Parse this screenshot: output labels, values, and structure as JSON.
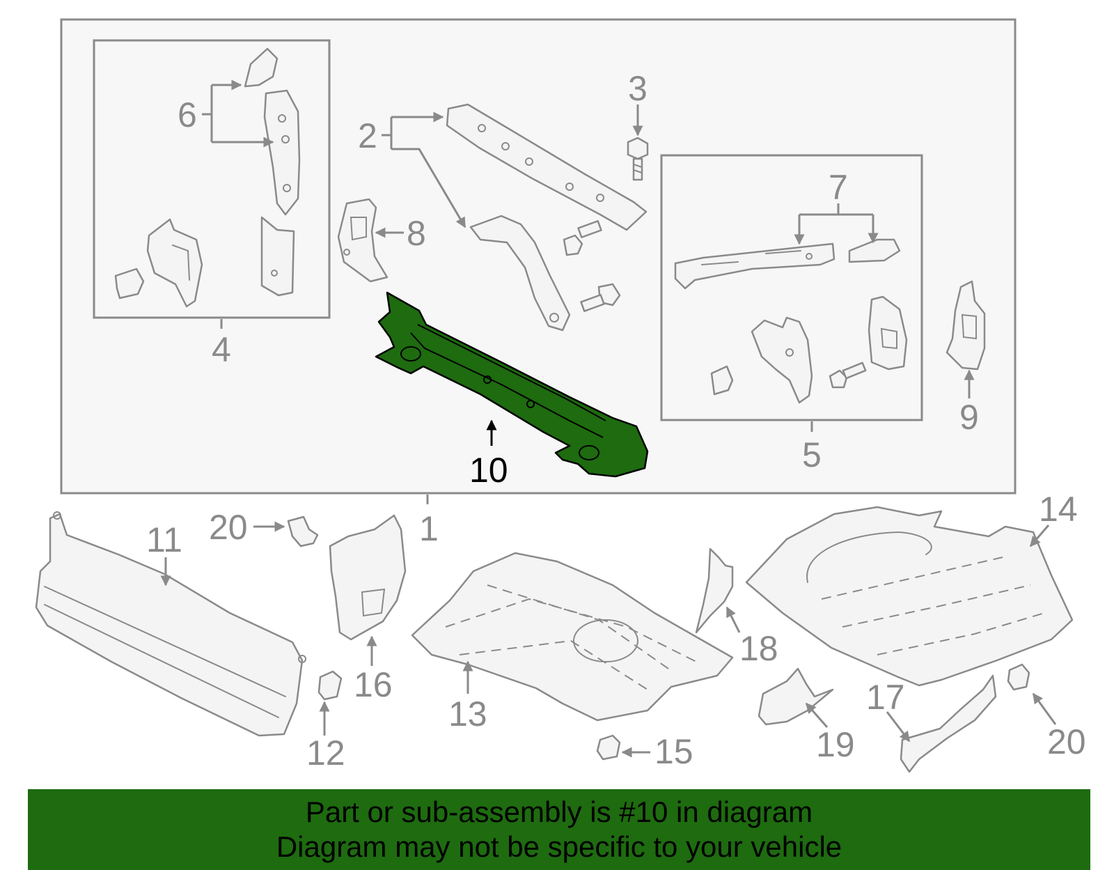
{
  "colors": {
    "highlight_part": "#1e6b10",
    "banner_background": "#1e6b10",
    "line": "#8a8a8a",
    "panel_background": "#f7f7f7"
  },
  "callouts": {
    "c1": "1",
    "c2": "2",
    "c3": "3",
    "c4": "4",
    "c5": "5",
    "c6": "6",
    "c7": "7",
    "c8": "8",
    "c9": "9",
    "c10": "10",
    "c11": "11",
    "c12": "12",
    "c13": "13",
    "c14": "14",
    "c15": "15",
    "c16": "16",
    "c17": "17",
    "c18": "18",
    "c19": "19",
    "c20a": "20",
    "c20b": "20"
  },
  "highlighted_callout": "10",
  "banner": {
    "line1": "Part or sub-assembly is #10 in diagram",
    "line2": "Diagram may not be specific to your vehicle"
  }
}
